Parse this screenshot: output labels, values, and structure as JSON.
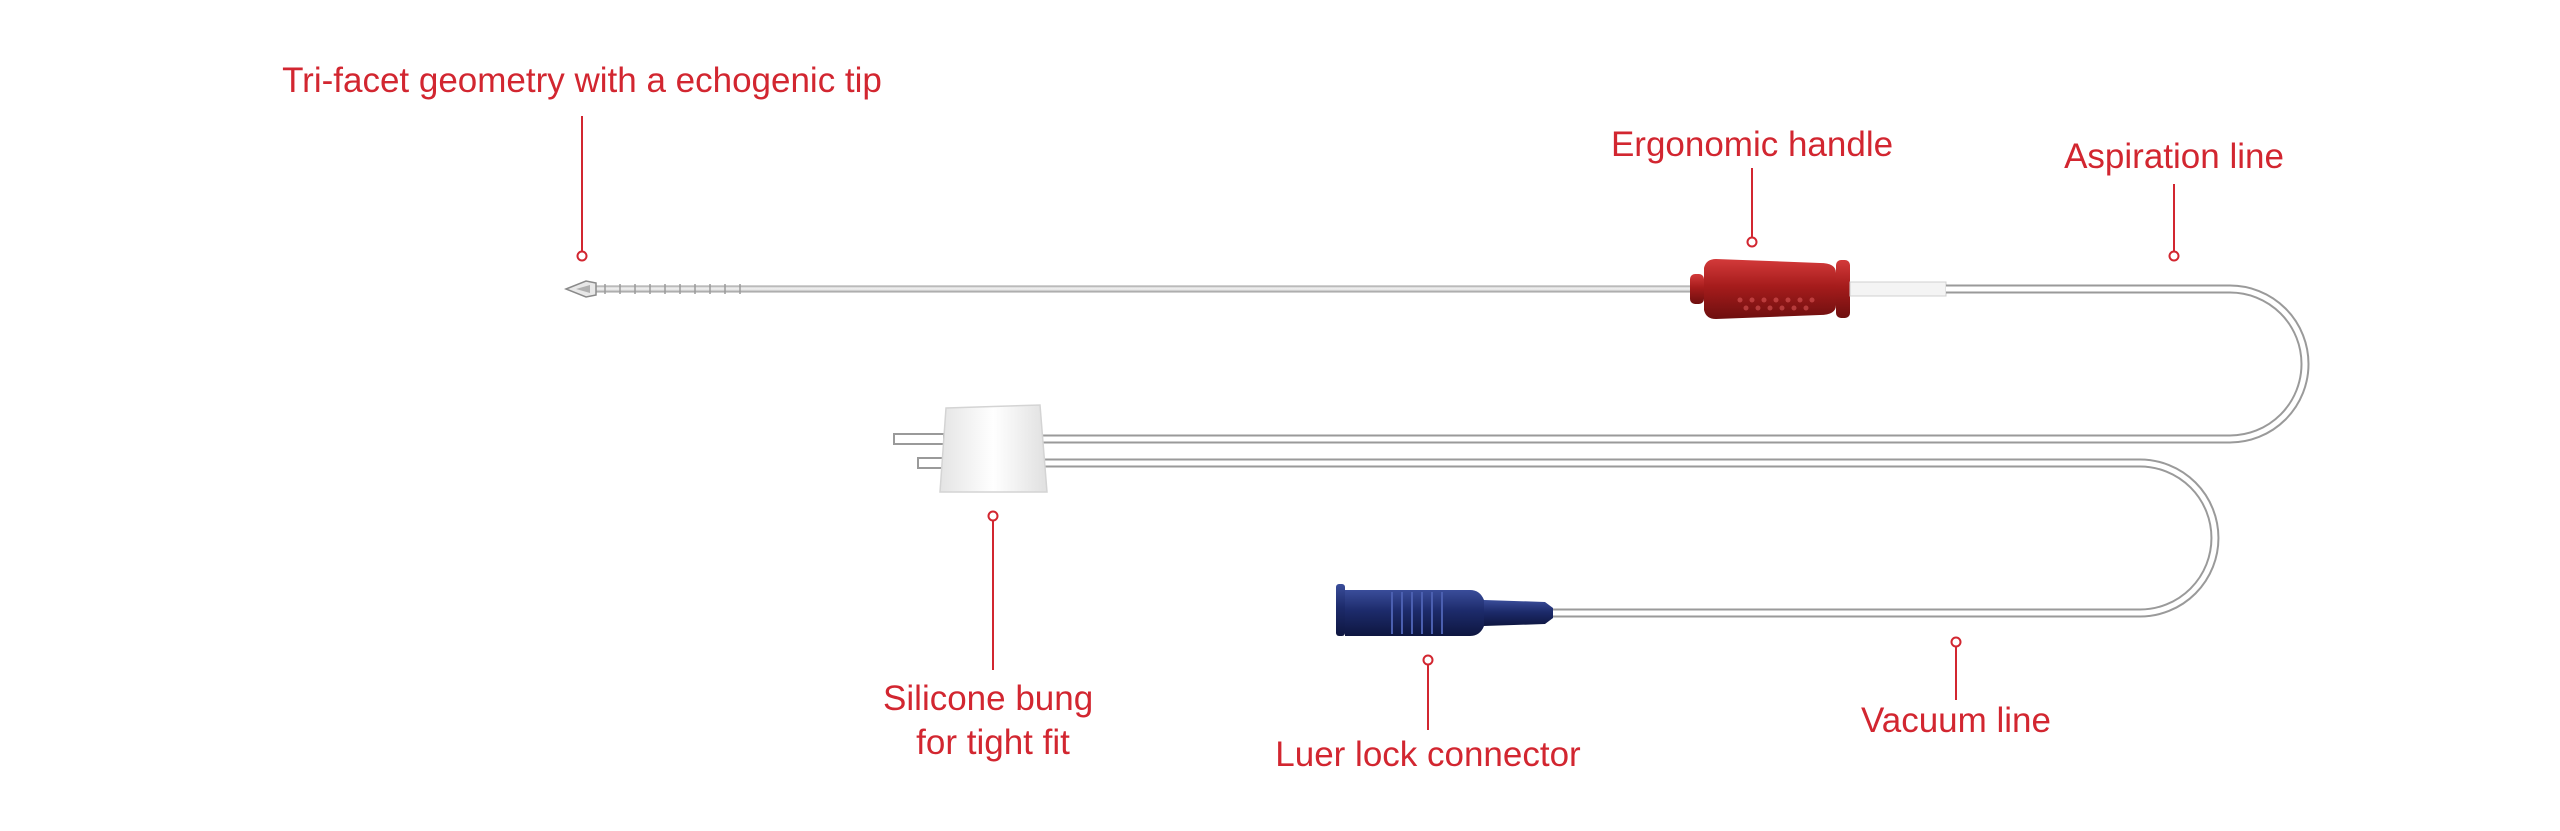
{
  "colors": {
    "label": "#d22630",
    "handle": "#a61c1c",
    "connector": "#1d2b6b",
    "bung": "#f2f2f2",
    "tube": "#9a9a9a"
  },
  "callouts": {
    "tip": {
      "lines": [
        "Tri-facet geometry with a echogenic tip"
      ]
    },
    "handle": {
      "lines": [
        "Ergonomic handle"
      ]
    },
    "aspiration": {
      "lines": [
        "Aspiration line"
      ]
    },
    "bung": {
      "lines": [
        "Silicone bung",
        "for tight fit"
      ]
    },
    "luer": {
      "lines": [
        "Luer lock connector"
      ]
    },
    "vacuum": {
      "lines": [
        "Vacuum line"
      ]
    }
  }
}
